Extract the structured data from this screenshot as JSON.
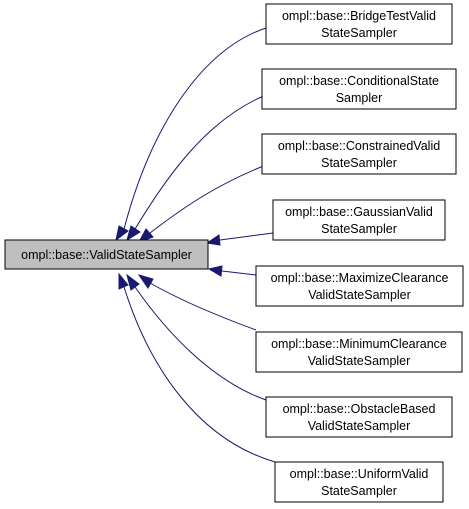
{
  "diagram": {
    "base_class": {
      "label": "ompl::base::ValidStateSampler",
      "fill_color": "#bfbfbf",
      "border_color": "#000000"
    },
    "derived_classes": [
      {
        "line1": "ompl::base::BridgeTestValid",
        "line2": "StateSampler"
      },
      {
        "line1": "ompl::base::ConditionalState",
        "line2": "Sampler"
      },
      {
        "line1": "ompl::base::ConstrainedValid",
        "line2": "StateSampler"
      },
      {
        "line1": "ompl::base::GaussianValid",
        "line2": "StateSampler"
      },
      {
        "line1": "ompl::base::MaximizeClearance",
        "line2": "ValidStateSampler"
      },
      {
        "line1": "ompl::base::MinimumClearance",
        "line2": "ValidStateSampler"
      },
      {
        "line1": "ompl::base::ObstacleBased",
        "line2": "ValidStateSampler"
      },
      {
        "line1": "ompl::base::UniformValid",
        "line2": "StateSampler"
      }
    ],
    "edge_color": "#191970",
    "node_fill_color": "#ffffff",
    "node_border_color": "#000000"
  }
}
